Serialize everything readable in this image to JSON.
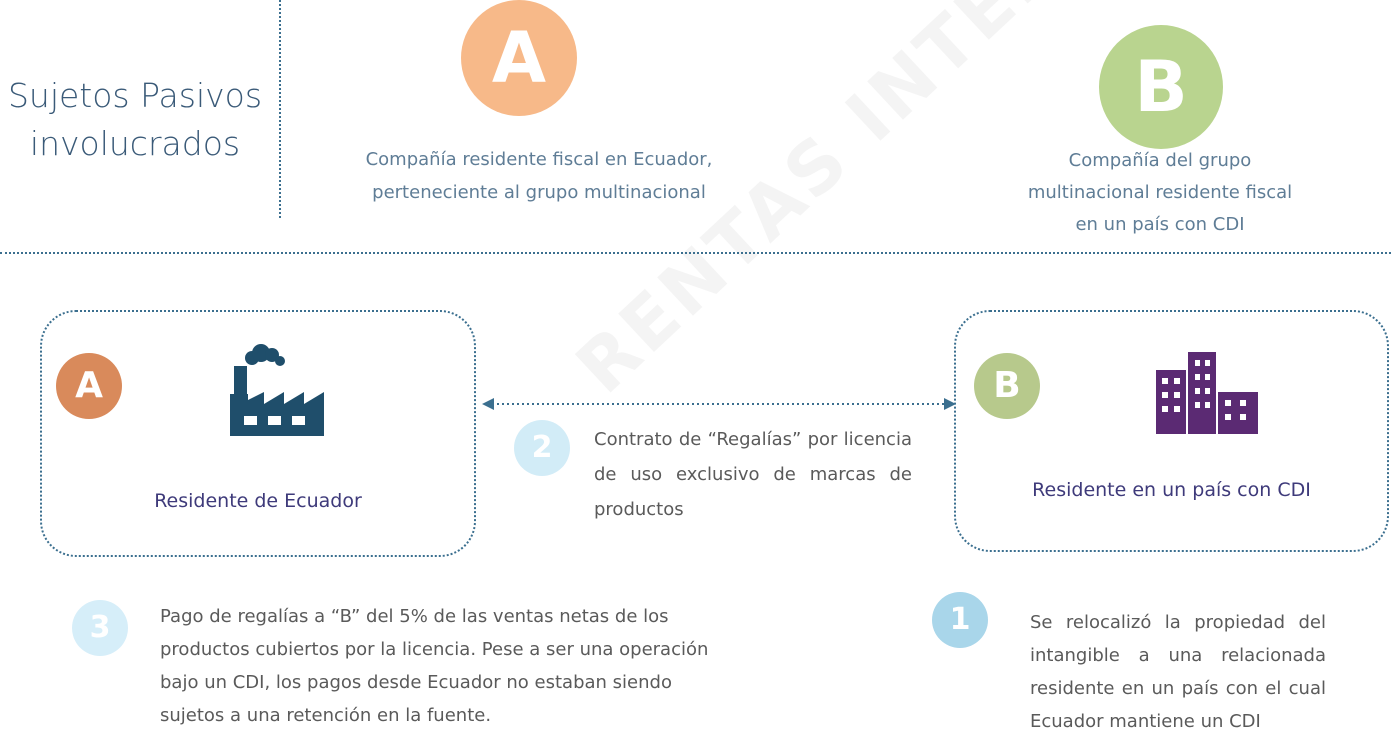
{
  "header": {
    "title_line1": "Sujetos Pasivos",
    "title_line2": "involucrados"
  },
  "entity_a": {
    "letter": "A",
    "description_line1": "Compañía residente fiscal en Ecuador,",
    "description_line2": "perteneciente al grupo multinacional",
    "box_label": "Residente de Ecuador",
    "color": "#f7b989",
    "small_color": "#d98a5b",
    "icon": "factory-icon"
  },
  "entity_b": {
    "letter": "B",
    "description_line1": "Compañía del grupo",
    "description_line2": "multinacional residente fiscal",
    "description_line3": "en un país con CDI",
    "box_label": "Residente en un país con CDI",
    "color": "#b9d48f",
    "small_color": "#b7c98c",
    "icon": "buildings-icon"
  },
  "steps": {
    "s1": {
      "number": "1",
      "text": "Se relocalizó la propiedad del intangible a una relacionada residente en un país con el cual Ecuador mantiene un CDI"
    },
    "s2": {
      "number": "2",
      "text": "Contrato de “Regalías” por licencia de uso exclusivo de marcas de productos"
    },
    "s3": {
      "number": "3",
      "text": "Pago de regalías a “B” del 5% de las ventas netas de los productos cubiertos por la licencia. Pese a ser una operación bajo un CDI, los pagos desde Ecuador no estaban siendo sujetos a una retención en la fuente."
    }
  },
  "watermark": "RENTAS INTERNAS",
  "colors": {
    "title": "#3a5a78",
    "divider": "#3b6f8f",
    "box_label": "#3e3a7a",
    "factory": "#1f4e6b",
    "buildings": "#5b2a73"
  }
}
